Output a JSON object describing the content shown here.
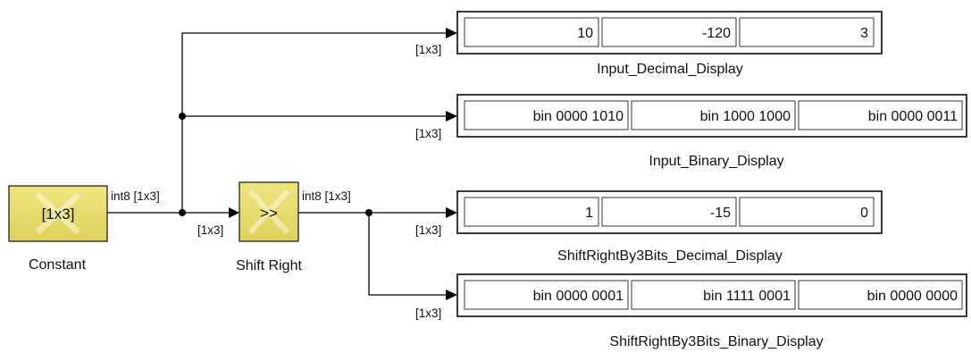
{
  "blocks": {
    "constant": {
      "icon_text": "[1x3]",
      "label": "Constant"
    },
    "shift": {
      "icon_text": ">>",
      "label": "Shift Right"
    }
  },
  "signals": {
    "constant_out": "int8 [1x3]",
    "shift_in": "[1x3]",
    "shift_out": "int8 [1x3]",
    "port_dim": "[1x3]"
  },
  "displays": [
    {
      "label": "Input_Decimal_Display",
      "values": [
        "10",
        "-120",
        "3"
      ]
    },
    {
      "label": "Input_Binary_Display",
      "values": [
        "bin 0000 1010",
        "bin 1000 1000",
        "bin 0000 0011"
      ]
    },
    {
      "label": "ShiftRightBy3Bits_Decimal_Display",
      "values": [
        "1",
        "-15",
        "0"
      ]
    },
    {
      "label": "ShiftRightBy3Bits_Binary_Display",
      "values": [
        "bin 0000 0001",
        "bin 1111 0001",
        "bin 0000 0000"
      ]
    }
  ],
  "colors": {
    "block_fill": "#e8de6e",
    "block_border": "#222222",
    "line": "#000000"
  }
}
